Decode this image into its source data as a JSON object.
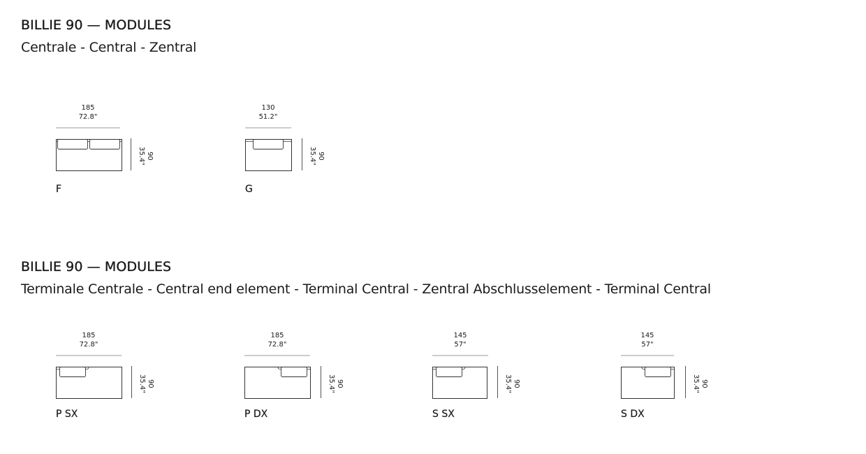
{
  "sections": [
    {
      "title": "BILLIE 90 — MODULES",
      "subtitle": "Centrale - Central - Zentral",
      "modules": [
        {
          "code": "F",
          "width_cm": "185",
          "width_in": "72.8\"",
          "depth_cm": "90",
          "depth_in": "35.4\""
        },
        {
          "code": "G",
          "width_cm": "130",
          "width_in": "51.2\"",
          "depth_cm": "90",
          "depth_in": "35.4\""
        }
      ]
    },
    {
      "title": "BILLIE 90 — MODULES",
      "subtitle": "Terminale Centrale - Central end element - Terminal Central - Zentral Abschlusselement - Terminal Central",
      "modules": [
        {
          "code": "P SX",
          "width_cm": "185",
          "width_in": "72.8\"",
          "depth_cm": "90",
          "depth_in": "35.4\""
        },
        {
          "code": "P DX",
          "width_cm": "185",
          "width_in": "72.8\"",
          "depth_cm": "90",
          "depth_in": "35.4\""
        },
        {
          "code": "S SX",
          "width_cm": "145",
          "width_in": "57\"",
          "depth_cm": "90",
          "depth_in": "35.4\""
        },
        {
          "code": "S DX",
          "width_cm": "145",
          "width_in": "57\"",
          "depth_cm": "90",
          "depth_in": "35.4\""
        }
      ]
    }
  ]
}
